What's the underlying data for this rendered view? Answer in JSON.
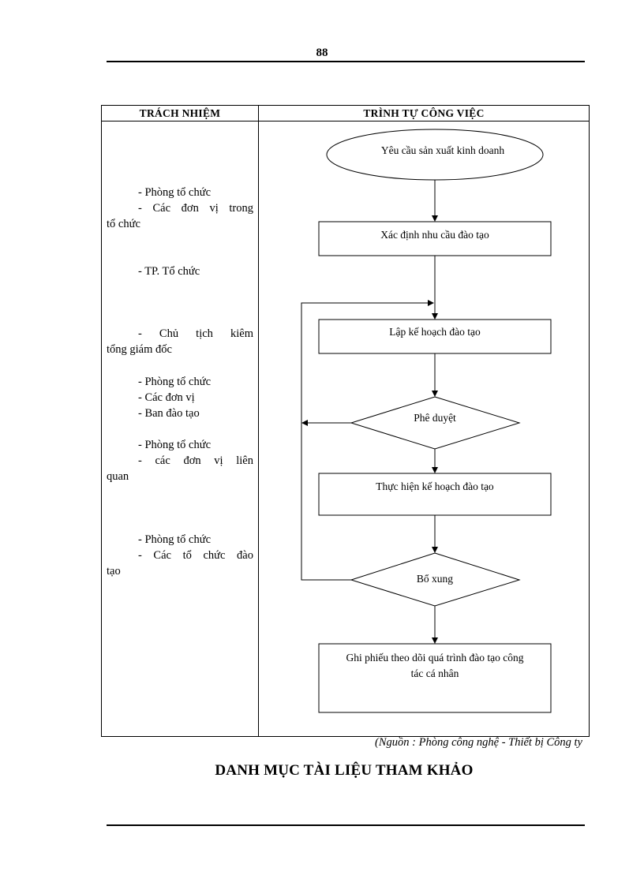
{
  "page_number": "88",
  "table": {
    "header_responsibility": "TRÁCH NHIỆM",
    "header_sequence": "TRÌNH TỰ CÔNG VIỆC",
    "responsibilities": [
      {
        "lines": [
          "- Phòng tổ chức",
          "- Các đơn vị trong",
          "tổ chức"
        ]
      },
      {
        "lines": [
          "- TP. Tổ chức"
        ]
      },
      {
        "lines": [
          "- Chủ tịch kiêm",
          "tổng giám đốc"
        ]
      },
      {
        "lines": [
          "- Phòng tổ chức",
          "- Các đơn vị",
          "- Ban đào tạo"
        ]
      },
      {
        "lines": [
          "- Phòng tổ chức",
          "- các đơn vị liên",
          "quan"
        ]
      },
      {
        "lines": [
          "- Phòng tổ chức",
          "- Các tổ chức đào",
          "tạo"
        ]
      }
    ],
    "flow_steps": {
      "start": "Yêu cầu sản xuất kinh doanh",
      "determine_needs": "Xác định nhu cầu đào tạo",
      "plan": "Lập kế hoạch đào tạo",
      "approve": "Phê duyệt",
      "implement": "Thực hiện kế hoạch đào tạo",
      "supplement": "Bổ xung",
      "record_line1": "Ghi phiếu theo dõi quá trình đào tạo công",
      "record_line2": "tác cá nhân"
    }
  },
  "source_note": "(Nguồn : Phòng công nghệ - Thiết bị Công ty",
  "references_title": "DANH MỤC TÀI LIỆU THAM KHẢO"
}
